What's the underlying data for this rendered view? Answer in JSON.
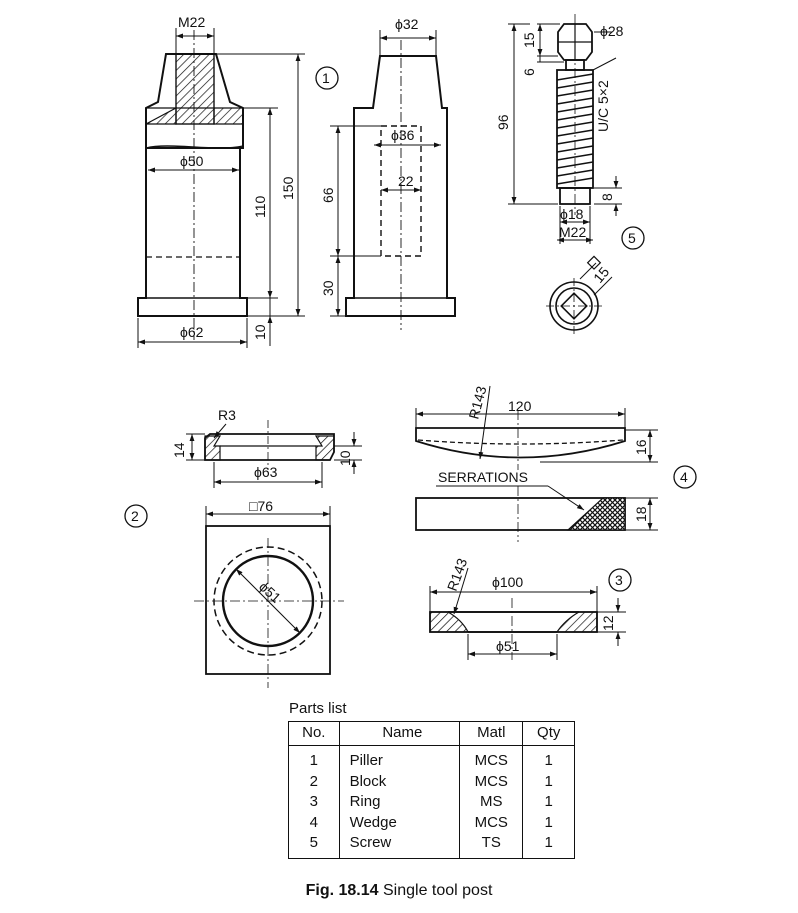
{
  "figure": {
    "label": "Fig. 18.14",
    "title": "Single tool post"
  },
  "part_numbers": [
    "1",
    "2",
    "3",
    "4",
    "5"
  ],
  "dimensions": {
    "pillar_m22": "M22",
    "pillar_d50": "ϕ50",
    "pillar_d62": "ϕ62",
    "pillar_110": "110",
    "pillar_150": "150",
    "pillar_10": "10",
    "section_d32": "ϕ32",
    "section_d36": "ϕ36",
    "section_22": "22",
    "section_66": "66",
    "section_30": "30",
    "screw_d28": "ϕ28",
    "screw_15": "15",
    "screw_6": "6",
    "screw_96": "96",
    "screw_uc": "U/C 5×2",
    "screw_8": "8",
    "screw_d18": "ϕ18",
    "screw_m22": "M22",
    "screw_square_15": "15",
    "block_r3": "R3",
    "block_14": "14",
    "block_10": "10",
    "block_d63": "ϕ63",
    "block_sq76": "□76",
    "block_d51": "ϕ51",
    "wedge_r143": "R143",
    "wedge_120": "120",
    "wedge_16": "16",
    "wedge_18": "18",
    "wedge_serrations": "SERRATIONS",
    "ring_r143": "R143",
    "ring_d100": "ϕ100",
    "ring_12": "12",
    "ring_d51": "ϕ51"
  },
  "parts_list": {
    "title": "Parts list",
    "headers": [
      "No.",
      "Name",
      "Matl",
      "Qty"
    ],
    "rows": [
      [
        "1",
        "Piller",
        "MCS",
        "1"
      ],
      [
        "2",
        "Block",
        "MCS",
        "1"
      ],
      [
        "3",
        "Ring",
        "MS",
        "1"
      ],
      [
        "4",
        "Wedge",
        "MCS",
        "1"
      ],
      [
        "5",
        "Screw",
        "TS",
        "1"
      ]
    ]
  }
}
